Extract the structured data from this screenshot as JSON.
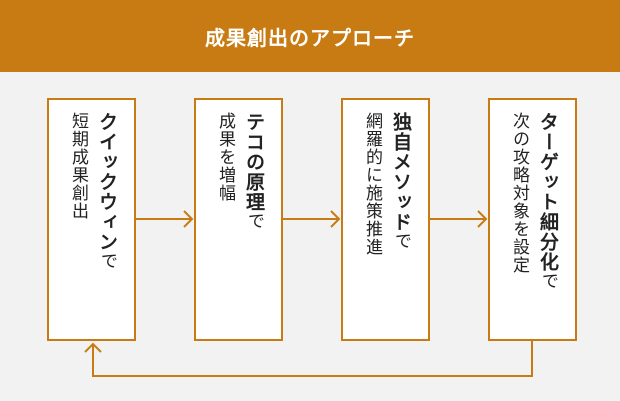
{
  "header": {
    "title": "成果創出のアプローチ"
  },
  "steps": [
    {
      "bold": "クイックウィン",
      "suffix": "で",
      "sub": "短期成果創出"
    },
    {
      "bold": "テコの原理",
      "suffix": "で",
      "sub": "成果を増幅"
    },
    {
      "bold": "独自メソッド",
      "suffix": "で",
      "sub": "網羅的に施策推進"
    },
    {
      "bold": "ターゲット細分化",
      "suffix": "で",
      "sub": "次の攻略対象を設定"
    }
  ],
  "colors": {
    "accent": "#c87b12",
    "background": "#f2f2f2",
    "box_fill": "#ffffff",
    "text": "#222222"
  }
}
